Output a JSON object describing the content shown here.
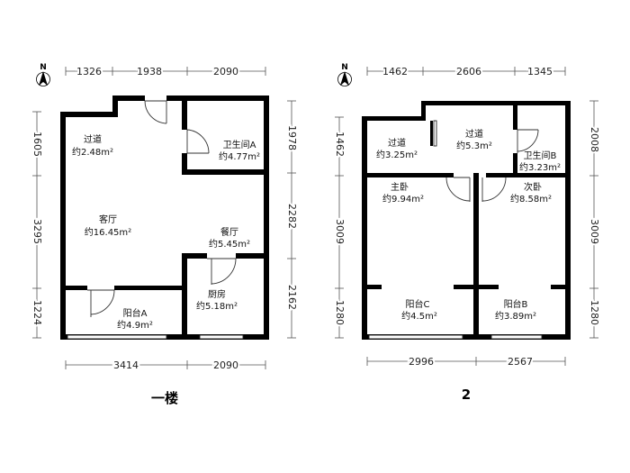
{
  "floors": [
    {
      "title": "一楼",
      "north_label": "N",
      "top_dims": [
        "1326",
        "1938",
        "2090"
      ],
      "bottom_dims": [
        "3414",
        "2090"
      ],
      "left_dims": [
        "1605",
        "3295",
        "1224"
      ],
      "right_dims": [
        "1978",
        "2282",
        "2162"
      ],
      "rooms": [
        {
          "name": "过道",
          "area": "约2.48m²"
        },
        {
          "name": "卫生间A",
          "area": "约4.77m²"
        },
        {
          "name": "客厅",
          "area": "约16.45m²"
        },
        {
          "name": "餐厅",
          "area": "约5.45m²"
        },
        {
          "name": "厨房",
          "area": "约5.18m²"
        },
        {
          "name": "阳台A",
          "area": "约4.9m²"
        }
      ]
    },
    {
      "title": "2",
      "north_label": "N",
      "top_dims": [
        "1462",
        "2606",
        "1345"
      ],
      "bottom_dims": [
        "2996",
        "2567"
      ],
      "left_dims": [
        "1462",
        "3009",
        "1280"
      ],
      "right_dims": [
        "2008",
        "3009",
        "1280"
      ],
      "rooms": [
        {
          "name": "过道",
          "area": "约3.25m²"
        },
        {
          "name": "过道",
          "area": "约5.3m²"
        },
        {
          "name": "卫生间B",
          "area": "约3.23m²"
        },
        {
          "name": "主卧",
          "area": "约9.94m²"
        },
        {
          "name": "次卧",
          "area": "约8.58m²"
        },
        {
          "name": "阳台C",
          "area": "约4.5m²"
        },
        {
          "name": "阳台B",
          "area": "约3.89m²"
        }
      ]
    }
  ]
}
